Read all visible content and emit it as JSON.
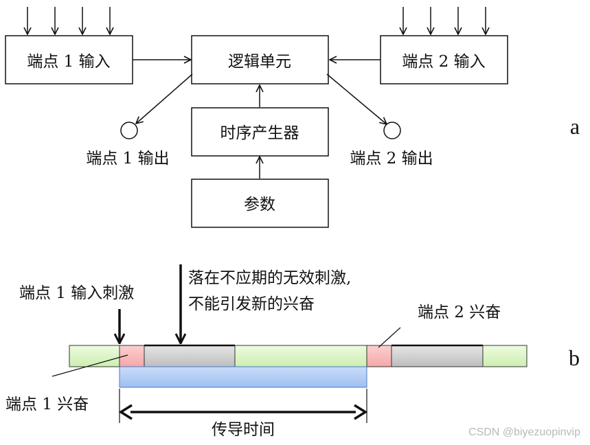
{
  "panel_a": {
    "letter": "a",
    "boxes": {
      "port1_input": "端点 1 输入",
      "logic_unit": "逻辑单元",
      "port2_input": "端点 2 输入",
      "timing_generator": "时序产生器",
      "parameters": "参数"
    },
    "outputs": {
      "port1_output": "端点 1 输出",
      "port2_output": "端点 2 输出"
    }
  },
  "panel_b": {
    "letter": "b",
    "labels": {
      "port1_input_stimulus": "端点 1 输入刺激",
      "refractory_note_line1": "落在不应期的无效刺激,",
      "refractory_note_line2": "不能引发新的兴奋",
      "port2_excitation": "端点 2 兴奋",
      "port1_excitation": "端点 1 兴奋",
      "conduction_time": "传导时间"
    },
    "colors": {
      "idle": "#d9f5bf",
      "excitation": "#f7b5b5",
      "refractory": "#c8c8c8",
      "conduction": "#a9c8f4"
    }
  },
  "watermark": "CSDN @biyezuopinvip"
}
